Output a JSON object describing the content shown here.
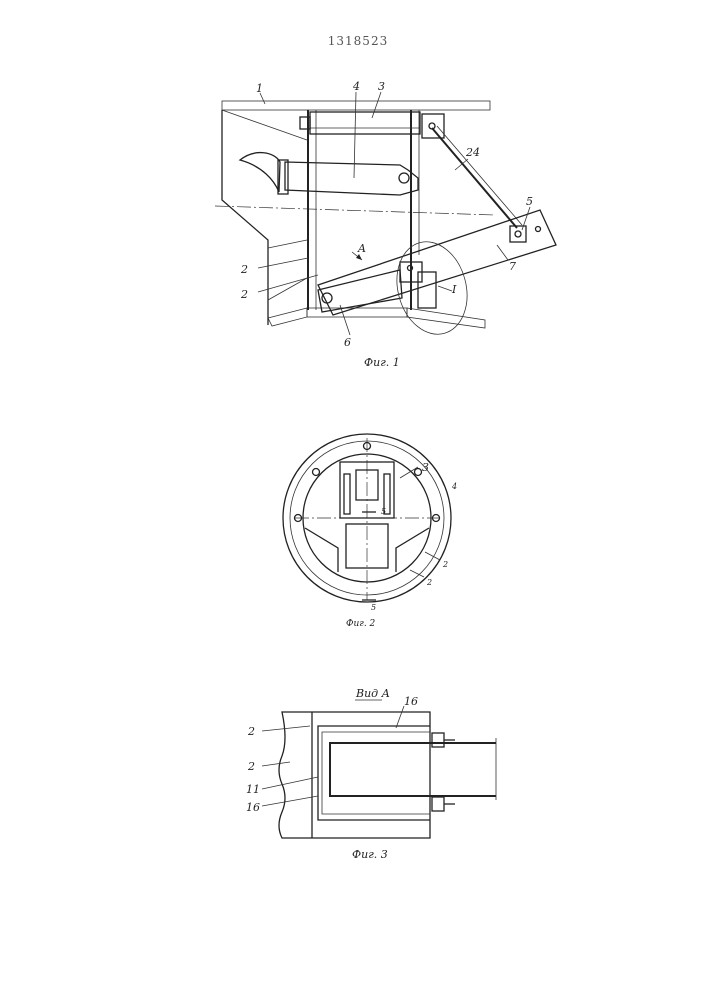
{
  "patent_number": "1318523",
  "figure1": {
    "caption": "Фиг. 1",
    "labels": {
      "l1": "1",
      "l4": "4",
      "l3": "3",
      "l24": "24",
      "l5": "5",
      "l2a": "2",
      "l2b": "2",
      "lA": "A",
      "l7": "7",
      "lI": "I",
      "l6": "6"
    }
  },
  "figure2": {
    "caption": "Фиг. 2",
    "labels": {
      "l3": "3",
      "l4": "4",
      "l2a": "2",
      "l2b": "2",
      "l5a": "5",
      "l5b": "5"
    }
  },
  "figure3": {
    "title": "Вид А",
    "caption": "Фиг. 3",
    "labels": {
      "l16a": "16",
      "l2a": "2",
      "l2b": "2",
      "l11": "11",
      "l16b": "16"
    }
  }
}
